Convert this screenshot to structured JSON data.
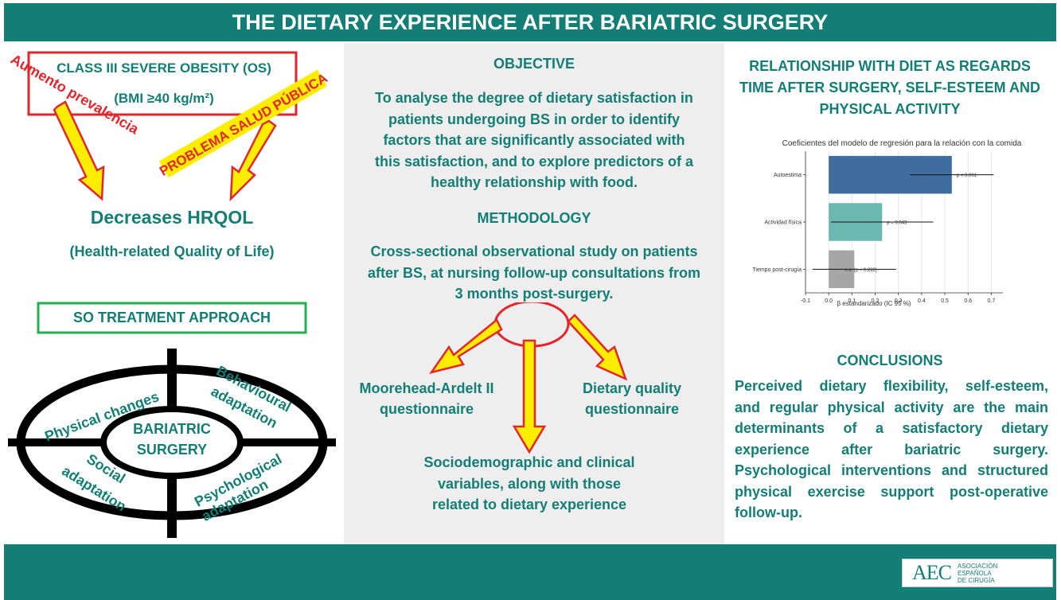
{
  "header": {
    "title": "THE DIETARY EXPERIENCE AFTER BARIATRIC SURGERY"
  },
  "left": {
    "class_title": "CLASS III SEVERE OBESITY (OS)",
    "bmi": "(BMI ≥40 kg/m²)",
    "annotation_red": "Aumento prevalencia",
    "annotation_yellow": "PROBLEMA SALUD PÚBLICA",
    "decreases": "Decreases HRQOL",
    "hrqol_full": "(Health-related Quality of Life)",
    "treatment_box": "SO TREATMENT APPROACH",
    "target": {
      "center_line1": "BARIATRIC",
      "center_line2": "SURGERY",
      "q1": "Physical changes",
      "q2_line1": "Behavioural",
      "q2_line2": "adaptation",
      "q3_line1": "Social",
      "q3_line2": "adaptation",
      "q4_line1": "Psychological",
      "q4_line2": "adaptation"
    }
  },
  "middle": {
    "objective_title": "OBJECTIVE",
    "objective_lines": [
      "To analyse the degree of dietary satisfaction in",
      "patients undergoing BS  in order to identify",
      "factors that are significantly associated with",
      "this satisfaction, and to explore predictors of a",
      "healthy relationship with food."
    ],
    "methodology_title": "METHODOLOGY",
    "methodology_lines": [
      "Cross-sectional observational study  on patients",
      "after BS, at nursing follow-up consultations from",
      "3 months post-surgery."
    ],
    "branch_left": [
      "Moorehead-Ardelt II",
      "questionnaire"
    ],
    "branch_right": [
      "Dietary quality",
      "questionnaire"
    ],
    "branch_bottom": [
      "Sociodemographic and clinical",
      "variables, along with those",
      "related to dietary experience"
    ]
  },
  "right": {
    "title_lines": [
      "RELATIONSHIP WITH DIET AS REGARDS",
      "TIME AFTER SURGERY, SELF-ESTEEM AND",
      "PHYSICAL ACTIVITY"
    ],
    "conclusions_title": "CONCLUSIONS",
    "conclusions_lines": [
      "Perceived dietary flexibility, self-esteem,",
      "and regular physical activity are the main",
      "determinants of a satisfactory dietary",
      "experience after bariatric surgery.",
      "Psychological interventions and structured",
      "physical exercise support post-operative",
      "follow-up."
    ]
  },
  "footer": {
    "logo_mark": "AEC",
    "logo_text_1": "ASOCIACIÓN ESPAÑOLA",
    "logo_text_2": "DE CIRUGÍA"
  },
  "colors": {
    "teal": "#137e76",
    "red": "#e4252b",
    "yellow": "#ffed00",
    "bar_blue": "#3f6da0",
    "bar_teal": "#6ab9b1",
    "bar_gray": "#a6a6a6"
  },
  "chart_data": {
    "type": "bar",
    "orientation": "horizontal",
    "title": "Coeficientes del modelo de regresión para la relación con la comida",
    "xlabel": "β estandarizado (IC 95 %)",
    "ylabel": "",
    "xlim": [
      -0.1,
      0.75
    ],
    "xticks": [
      "-0.1",
      "0.0",
      "0.1",
      "0.2",
      "0.3",
      "0.4",
      "0.5",
      "0.6",
      "0.7"
    ],
    "grid": true,
    "categories": [
      "Autoestima",
      "Actividad física",
      "Tiempo post-cirugía"
    ],
    "values": [
      0.53,
      0.23,
      0.11
    ],
    "ci_low": [
      0.35,
      0.01,
      -0.07
    ],
    "ci_high": [
      0.71,
      0.45,
      0.29
    ],
    "annotations": [
      "p < 0.001",
      "p = 0.043",
      "n.s. (p = 0.232)"
    ],
    "bar_colors": [
      "#3f6da0",
      "#6ab9b1",
      "#a6a6a6"
    ]
  }
}
